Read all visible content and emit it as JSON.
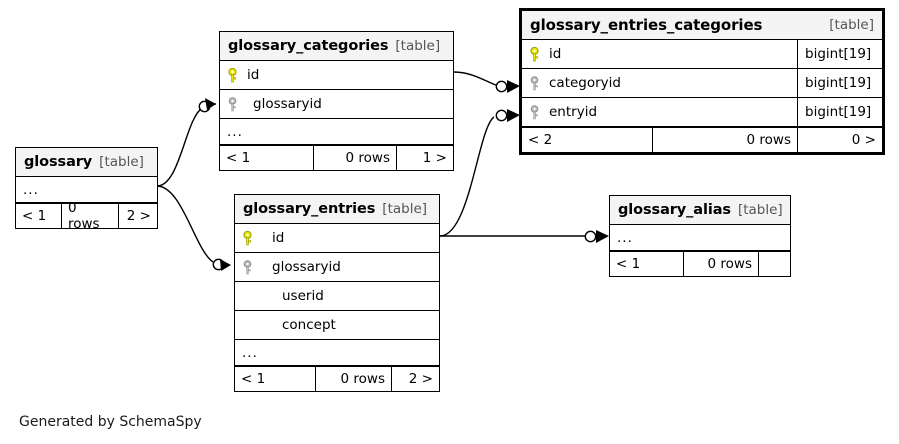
{
  "diagram": {
    "title": "glossary_entries_categories",
    "caption": "Generated by SchemaSpy",
    "colors": {
      "primary_key": "#e8e800",
      "foreign_key": "#b0b0b0",
      "header_bg": "#f4f4f4",
      "border": "#000000",
      "background": "#ffffff"
    }
  },
  "tables": [
    {
      "id": "glossary",
      "name": "glossary",
      "tag": "[table]",
      "focus": false,
      "columns": [],
      "ellipsis": "...",
      "footer": {
        "left": "< 1",
        "middle": "0 rows",
        "right": "2 >"
      }
    },
    {
      "id": "glossary_categories",
      "name": "glossary_categories",
      "tag": "[table]",
      "focus": false,
      "columns": [
        {
          "name": "id",
          "key": "primary",
          "type": ""
        },
        {
          "name": "glossaryid",
          "key": "foreign",
          "type": ""
        }
      ],
      "ellipsis": "...",
      "footer": {
        "left": "< 1",
        "middle": "0 rows",
        "right": "1 >"
      }
    },
    {
      "id": "glossary_entries_categories",
      "name": "glossary_entries_categories",
      "tag": "[table]",
      "focus": true,
      "columns": [
        {
          "name": "id",
          "key": "primary",
          "type": "bigint[19]"
        },
        {
          "name": "categoryid",
          "key": "foreign",
          "type": "bigint[19]"
        },
        {
          "name": "entryid",
          "key": "foreign",
          "type": "bigint[19]"
        }
      ],
      "ellipsis": "",
      "footer": {
        "left": "< 2",
        "middle": "0 rows",
        "right": "0 >"
      }
    },
    {
      "id": "glossary_entries",
      "name": "glossary_entries",
      "tag": "[table]",
      "focus": false,
      "columns": [
        {
          "name": "id",
          "key": "primary",
          "type": ""
        },
        {
          "name": "glossaryid",
          "key": "foreign",
          "type": ""
        },
        {
          "name": "userid",
          "key": "none",
          "type": ""
        },
        {
          "name": "concept",
          "key": "none",
          "type": ""
        }
      ],
      "ellipsis": "...",
      "footer": {
        "left": "< 1",
        "middle": "0 rows",
        "right": "2 >"
      }
    },
    {
      "id": "glossary_alias",
      "name": "glossary_alias",
      "tag": "[table]",
      "focus": false,
      "columns": [],
      "ellipsis": "...",
      "footer": {
        "left": "< 1",
        "middle": "0 rows",
        "right": ""
      }
    }
  ],
  "relationships": [
    {
      "from": "glossary",
      "to": "glossary_categories.glossaryid"
    },
    {
      "from": "glossary",
      "to": "glossary_entries.glossaryid"
    },
    {
      "from": "glossary_categories.id",
      "to": "glossary_entries_categories.categoryid"
    },
    {
      "from": "glossary_entries.id",
      "to": "glossary_entries_categories.entryid"
    },
    {
      "from": "glossary_entries.id",
      "to": "glossary_alias"
    }
  ]
}
